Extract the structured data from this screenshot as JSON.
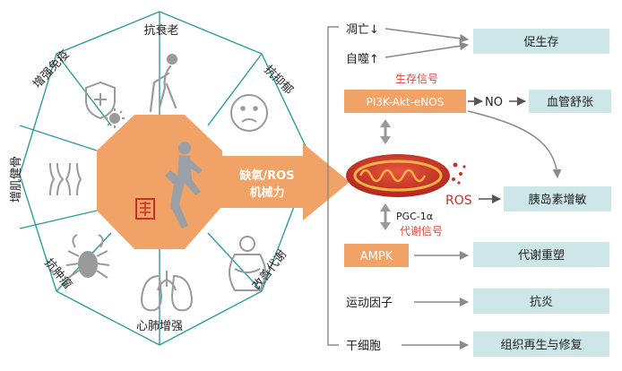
{
  "wheel": {
    "segments": [
      {
        "label": "抗衰老",
        "icon": "elderly-person-icon"
      },
      {
        "label": "抗抑郁",
        "icon": "sad-face-icon"
      },
      {
        "label": "改善代谢",
        "icon": "obese-body-icon"
      },
      {
        "label": "心肺增强",
        "icon": "lungs-heart-icon"
      },
      {
        "label": "抗肿瘤",
        "icon": "crab-tumor-icon"
      },
      {
        "label": "增肌健骨",
        "icon": "knee-joint-icon"
      },
      {
        "label": "增强免疫",
        "icon": "shield-virus-icon"
      }
    ],
    "center_icon": "runner-icon",
    "seal_icon": "red-seal-icon"
  },
  "arrow_label": {
    "line1": "缺氧/ROS",
    "line2": "机械力"
  },
  "mitochondria_icon": "mitochondria-icon",
  "pathway": {
    "apoptosis": "凋亡↓",
    "autophagy": "自噬↑",
    "survival_signal": "生存信号",
    "pi3k": "PI3K-Akt-eNOS",
    "no": "NO",
    "ros": "ROS",
    "pgc": "PGC-1α",
    "metabolic_signal": "代谢信号",
    "ampk": "AMPK",
    "exerkines": "运动因子",
    "stem_cells": "干细胞"
  },
  "outcomes": {
    "survival": "促生存",
    "vasodilation": "血管舒张",
    "insulin": "胰岛素增敏",
    "remodeling": "代谢重塑",
    "anti_inflammation": "抗炎",
    "regeneration": "组织再生与修复"
  },
  "colors": {
    "wheel_line": "#2d9d9b",
    "wheel_fill": "#ffffff",
    "center_fill": "#f1a266",
    "orange_box": "#f1a266",
    "outcome_box": "#cde7e8",
    "arrow_gray": "#8a8a8a",
    "signal_red": "#e0453a",
    "mito_red": "#c63127",
    "icon_gray": "#9a9a9a"
  }
}
